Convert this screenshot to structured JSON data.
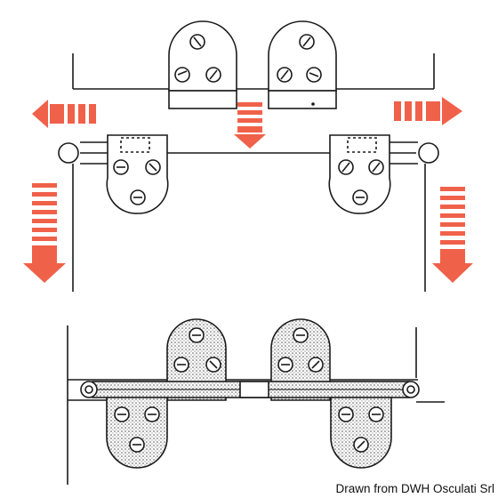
{
  "caption": "Drawn from DWH Osculati Srl",
  "colors": {
    "arrow": "#f0614a",
    "line": "#1a1a1a",
    "plate_fill": "#ffffff",
    "plate_shaded": "#cfcfcf",
    "background": "#ffffff"
  },
  "icons": [
    "arrow-left-icon",
    "arrow-right-icon",
    "arrow-down-icon",
    "screw-icon",
    "hinge-pin-icon"
  ],
  "figure": {
    "panels": [
      "hinge-assembly-exploded-view",
      "hinge-assembly-mounted-view"
    ],
    "hinge_plates_per_panel": 4,
    "screws_per_plate": 3
  }
}
